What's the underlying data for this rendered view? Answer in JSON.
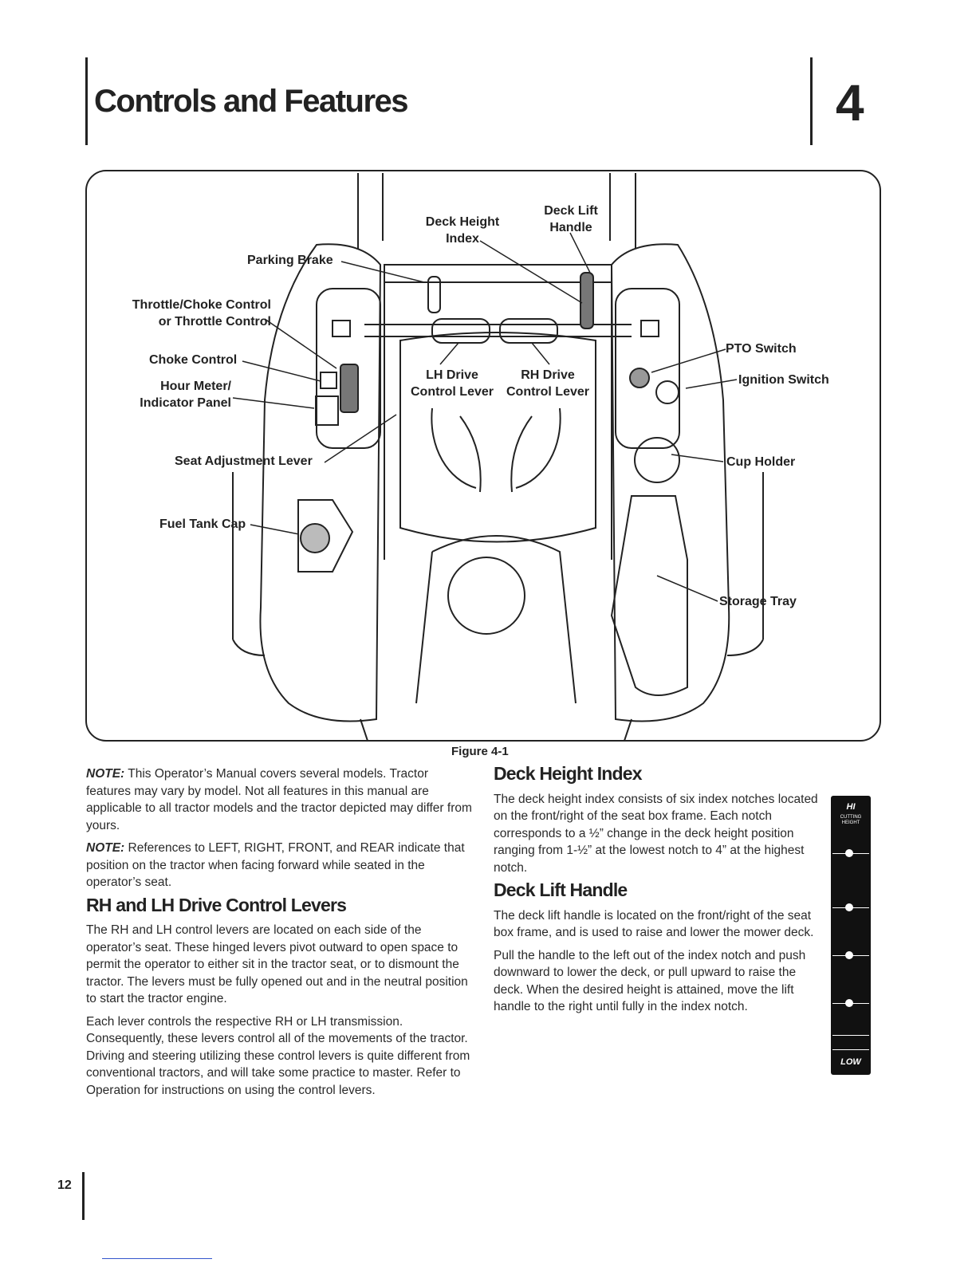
{
  "header": {
    "title": "Controls and Features",
    "chapter_number": "4"
  },
  "figure": {
    "caption": "Figure 4-1",
    "callouts": {
      "deck_height_index": "Deck Height\nIndex",
      "deck_lift_handle": "Deck Lift\nHandle",
      "parking_brake": "Parking Brake",
      "throttle_choke": "Throttle/Choke Control\nor Throttle Control",
      "choke_control": "Choke Control",
      "hour_meter": "Hour Meter/\nIndicator Panel",
      "lh_drive": "LH Drive\nControl Lever",
      "rh_drive": "RH Drive\nControl Lever",
      "pto_switch": "PTO Switch",
      "ignition_switch": "Ignition Switch",
      "seat_adjustment": "Seat Adjustment Lever",
      "cup_holder": "Cup Holder",
      "fuel_tank_cap": "Fuel Tank Cap",
      "storage_tray": "Storage Tray"
    }
  },
  "left_column": {
    "note1_label": "NOTE:",
    "note1_text": " This Operator’s Manual covers several models. Tractor features may vary by model. Not all features in this manual are applicable to all tractor models and the tractor depicted may differ from yours.",
    "note2_label": "NOTE:",
    "note2_text": " References to LEFT, RIGHT, FRONT, and REAR indicate that position on the tractor when facing forward while seated in the operator’s seat.",
    "section_heading": "RH and LH Drive Control Levers",
    "para1": "The RH and LH control levers are located on each side of the operator’s seat. These hinged levers pivot outward to open space to permit the operator to either sit in the tractor seat, or to dismount the tractor. The levers must be fully opened out and in the neutral position to start the tractor engine.",
    "para2": "Each lever controls the respective RH or LH transmission. Consequently, these levers control all of the movements of the tractor. Driving and steering utilizing these control levers is quite different from conventional tractors, and will take some practice to master. Refer to Operation for instructions on using the control levers."
  },
  "right_column": {
    "heading1": "Deck Height Index",
    "para1": "The deck height index consists of six index notches located on the front/right of the seat box frame. Each notch corresponds to a ½” change in the deck height position ranging from 1-½” at the lowest  notch to 4” at the highest notch.",
    "heading2": "Deck Lift Handle",
    "para2": "The deck lift handle is located on the front/right of the seat box frame, and is used to raise and lower the mower deck.",
    "para3": "Pull the handle to the left out of the index notch and push downward to lower the deck, or pull upward to raise the deck. When the desired height is attained, move the lift handle to the right until fully in the index notch."
  },
  "gauge": {
    "top_label": "HI",
    "small_text": "CUTTING\nHEIGHT",
    "bottom_label": "LOW",
    "notch_count": 6
  },
  "footer": {
    "page_number": "12"
  }
}
